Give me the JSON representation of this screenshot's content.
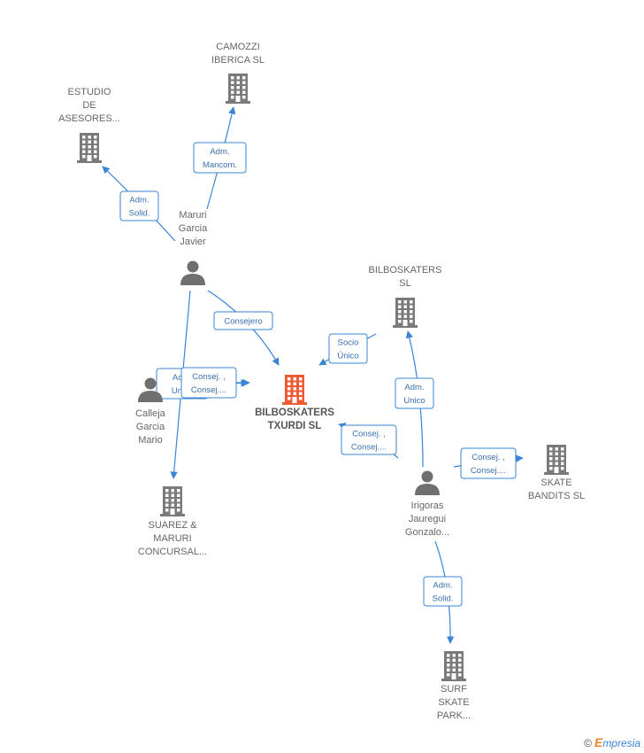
{
  "colors": {
    "edge": "#3a84d6",
    "company": "#7a7a7a",
    "center_company": "#ee5a32",
    "person": "#6f6f6f"
  },
  "nodes": [
    {
      "id": "camozzi",
      "kind": "company",
      "lines": [
        "CAMOZZI",
        "IBERICA  SL"
      ]
    },
    {
      "id": "estudio",
      "kind": "company",
      "lines": [
        "ESTUDIO",
        "DE",
        "ASESORES..."
      ]
    },
    {
      "id": "maruri",
      "kind": "person",
      "lines": [
        "Maruri",
        "Garcia",
        "Javier"
      ]
    },
    {
      "id": "bilboskaters_sl",
      "kind": "company",
      "lines": [
        "BILBOSKATERS",
        "SL"
      ]
    },
    {
      "id": "center",
      "kind": "center",
      "lines": [
        "BILBOSKATERS",
        "TXURDI  SL"
      ]
    },
    {
      "id": "calleja",
      "kind": "person",
      "lines": [
        "Calleja",
        "Garcia",
        "Mario"
      ]
    },
    {
      "id": "suarez",
      "kind": "company",
      "lines": [
        "SUAREZ &",
        "MARURI",
        "CONCURSAL..."
      ]
    },
    {
      "id": "irigoras",
      "kind": "person",
      "lines": [
        "Irigoras",
        "Jauregui",
        "Gonzalo..."
      ]
    },
    {
      "id": "skate_bandits",
      "kind": "company",
      "lines": [
        "SKATE",
        "BANDITS  SL"
      ]
    },
    {
      "id": "surf_skate",
      "kind": "company",
      "lines": [
        "SURF",
        "SKATE",
        "PARK..."
      ]
    }
  ],
  "edges": [
    {
      "id": "maruri-camozzi",
      "lines": [
        "Adm.",
        "Mancom."
      ]
    },
    {
      "id": "maruri-estudio",
      "lines": [
        "Adm.",
        "Solid."
      ]
    },
    {
      "id": "maruri-center",
      "lines": [
        "Consejero"
      ]
    },
    {
      "id": "bilboskaters-center",
      "lines": [
        "Socio",
        "Único"
      ]
    },
    {
      "id": "calleja-center-a",
      "lines": [
        "Adm.",
        "Unico"
      ]
    },
    {
      "id": "calleja-center-b",
      "lines": [
        "Consej. ,",
        "Consej...."
      ]
    },
    {
      "id": "maruri-suarez",
      "lines": []
    },
    {
      "id": "irigoras-center",
      "lines": [
        "Consej. ,",
        "Consej...."
      ]
    },
    {
      "id": "irigoras-bilboskaters",
      "lines": [
        "Adm.",
        "Unico"
      ]
    },
    {
      "id": "irigoras-skate",
      "lines": [
        "Consej. ,",
        "Consej...."
      ]
    },
    {
      "id": "irigoras-surf",
      "lines": [
        "Adm.",
        "Solid."
      ]
    }
  ],
  "footer": {
    "copyright": "©",
    "brand_initial": "E",
    "brand_rest": "mpresia"
  }
}
